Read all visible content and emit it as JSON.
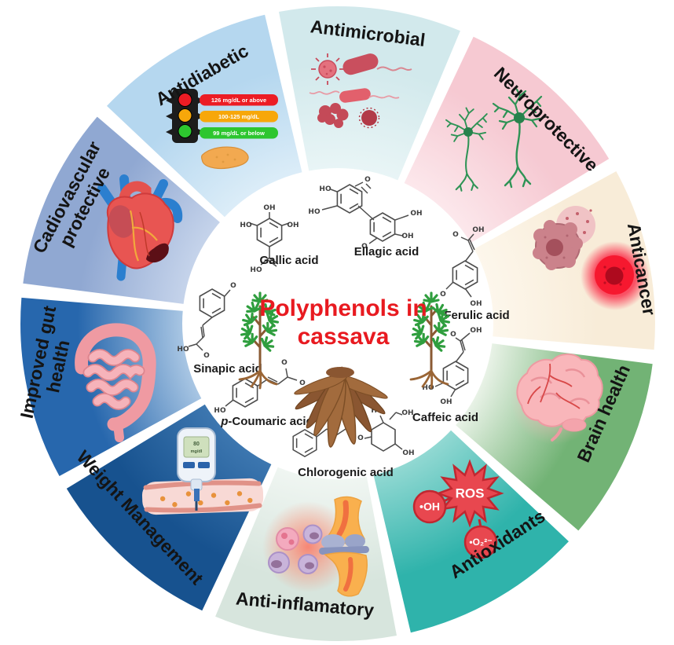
{
  "center": {
    "title_line1": "Polyphenols in",
    "title_line2": "cassava",
    "title_color": "#e81a20",
    "molecules": [
      {
        "label": "Gallic acid",
        "atoms": [
          "OH",
          "HO",
          "OH",
          "HO"
        ]
      },
      {
        "label": "Ellagic acid",
        "atoms": [
          "HO",
          "HO",
          "OH",
          "OH",
          "O",
          "O"
        ]
      },
      {
        "label": "Ferulic acid",
        "atoms": [
          "OH",
          "O",
          "O",
          "OH"
        ]
      },
      {
        "label": "Caffeic acid",
        "atoms": [
          "O",
          "OH",
          "HO",
          "OH"
        ]
      },
      {
        "label": "Chlorogenic  acid",
        "atoms": [
          "O",
          "O",
          "HO",
          "OH",
          "OH"
        ]
      },
      {
        "label_prefix": "p",
        "label_rest": "-Coumaric acid",
        "atoms": [
          "O",
          "O",
          "HO"
        ]
      },
      {
        "label": "Sinapic acid",
        "atoms": [
          "O",
          "HO",
          "O"
        ]
      }
    ]
  },
  "segments": [
    {
      "id": "antimicrobial",
      "label": "Antimicrobial",
      "angle": 6,
      "color": "#d2e9ec",
      "inner_color": "#e9f5f6"
    },
    {
      "id": "neuroprotective",
      "label": "Neuroprotective",
      "angle": 42,
      "color": "#f6c9d2",
      "inner_color": "#fce8ec"
    },
    {
      "id": "anticancer",
      "label": "Anticancer",
      "angle": 78,
      "color": "#f8ecd8",
      "inner_color": "#fdf7ec"
    },
    {
      "id": "brain-health",
      "label": "Brain health",
      "angle": 114,
      "color": "#72b375",
      "inner_color": "#eaf3e8"
    },
    {
      "id": "antioxidants",
      "label": "Antioxidants",
      "angle": 150,
      "color": "#2fb3ab",
      "inner_color": "#93d9d3"
    },
    {
      "id": "anti-inflamatory",
      "label": "Anti-inflamatory",
      "angle": 186,
      "color": "#d7e5dd",
      "inner_color": "#f0f6f2"
    },
    {
      "id": "weight-management",
      "label": "Weight Management",
      "angle": 222,
      "color": "#17528f",
      "inner_color": "#3d77b0"
    },
    {
      "id": "improved-gut-health",
      "label_line1": "Improved gut",
      "label_line2": "health",
      "angle": 258,
      "color": "#2767ad",
      "inner_color": "#aac7e4"
    },
    {
      "id": "cardiovascular-protective",
      "label_line1": "Cadiovascular",
      "label_line2": "protective",
      "angle": 294,
      "color": "#90a8d2",
      "inner_color": "#c6d4eb"
    },
    {
      "id": "antidiabetic",
      "label": "Antidiabetic",
      "angle": 330,
      "color": "#b5d7ef",
      "inner_color": "#dcedf8"
    }
  ],
  "antidiabetic": {
    "glucose_levels": [
      {
        "text": "126 mg/dL or above",
        "color": "#ec1c24"
      },
      {
        "text": "100-125 mg/dL",
        "color": "#f7a70a"
      },
      {
        "text": "99 mg/dL or below",
        "color": "#2dc62f"
      }
    ]
  },
  "weight_management": {
    "meter_value": "80",
    "meter_unit": "mg/dl"
  },
  "antioxidants": {
    "star_label": "ROS",
    "radical_1": "•OH",
    "radical_2": "•O₂²⁻"
  }
}
